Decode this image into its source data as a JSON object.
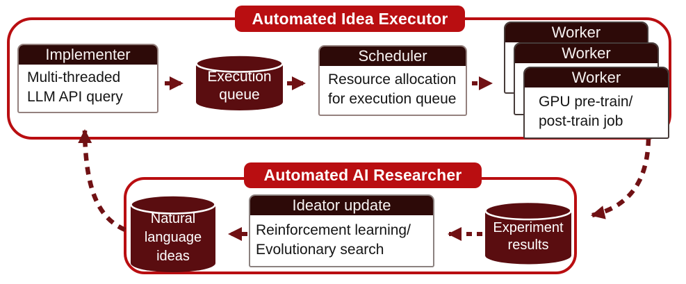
{
  "colors": {
    "accent_red": "#B90E11",
    "cylinder_maroon": "#5A0D10",
    "header_dark": "#2D0A08",
    "arrow_maroon": "#701114"
  },
  "executor": {
    "title": "Automated Idea Executor",
    "implementer": {
      "header": "Implementer",
      "body": "Multi-threaded\nLLM API query"
    },
    "execution_queue": {
      "label": "Execution\nqueue"
    },
    "scheduler": {
      "header": "Scheduler",
      "body": "Resource allocation\nfor execution queue"
    },
    "worker_stack": {
      "header": "Worker",
      "front_body": "GPU pre-train/\npost-train job"
    }
  },
  "researcher": {
    "title": "Automated AI Researcher",
    "natural_language_ideas": {
      "label": "Natural\nlanguage\nideas"
    },
    "ideator_update": {
      "header": "Ideator update",
      "body": "Reinforcement learning/\nEvolutionary search"
    },
    "experiment_results": {
      "label": "Experiment\nresults"
    }
  }
}
